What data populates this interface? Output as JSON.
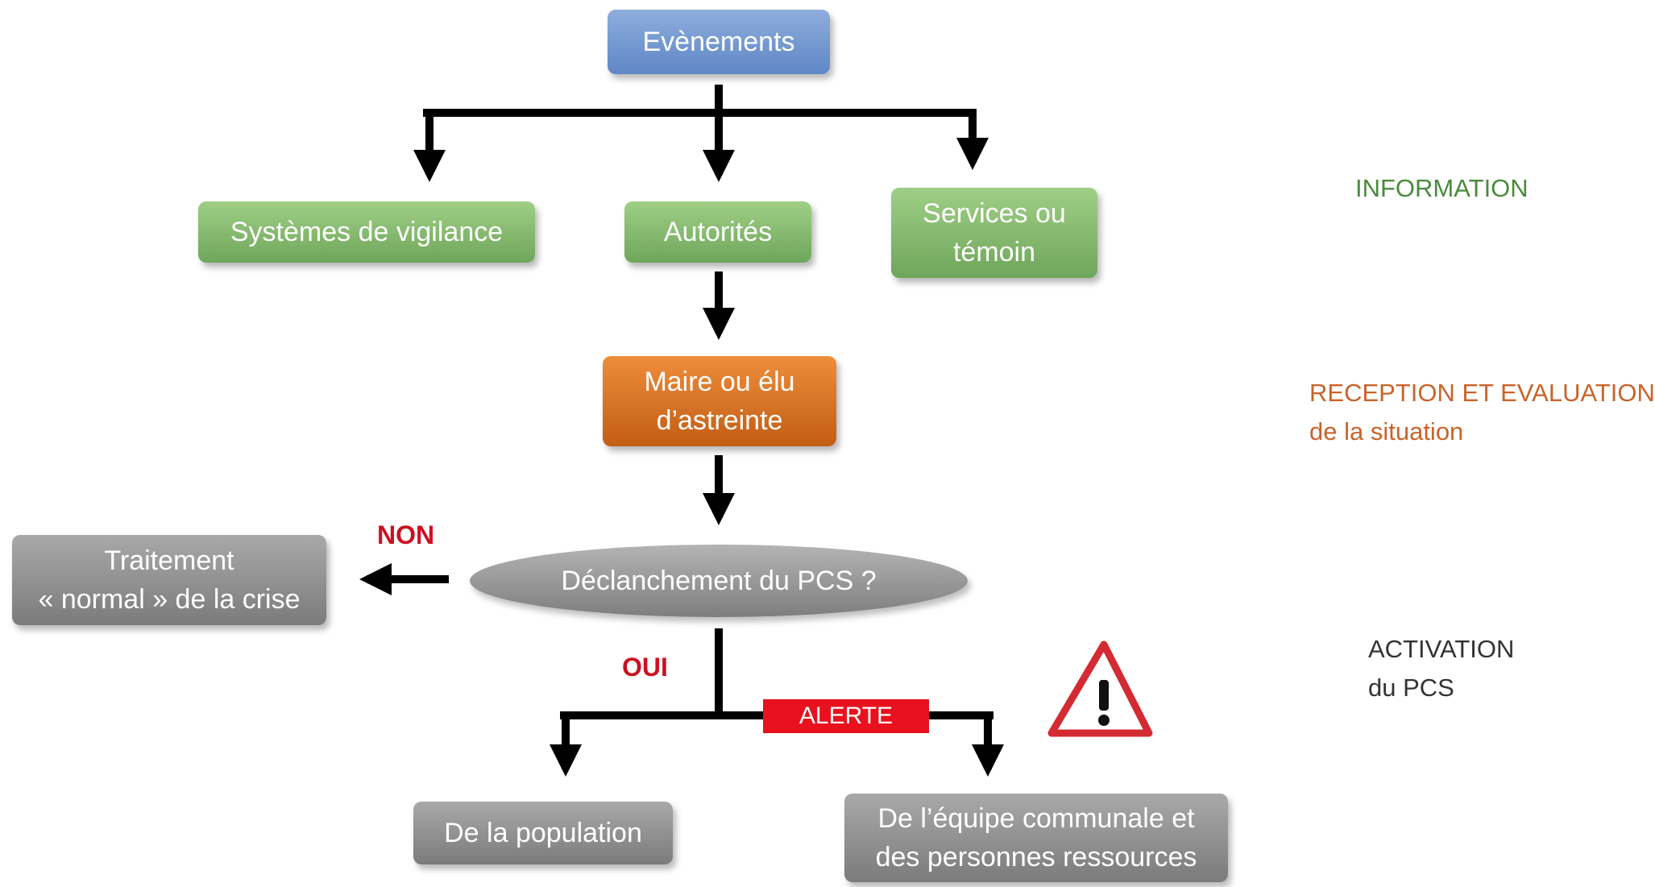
{
  "nodes": {
    "evenements": "Evènements",
    "vigilance": "Systèmes de vigilance",
    "autorites": "Autorités",
    "services": [
      "Services ou",
      "témoin"
    ],
    "maire": [
      "Maire ou élu",
      "d’astreinte"
    ],
    "declanchement": "Déclanchement du PCS ?",
    "traitement": [
      "Traitement",
      "« normal » de la crise"
    ],
    "population": "De la population",
    "equipe": [
      "De l’équipe communale et",
      "des personnes ressources"
    ]
  },
  "labels": {
    "non": "NON",
    "oui": "OUI",
    "alerte": "ALERTE"
  },
  "phases": {
    "information": "INFORMATION",
    "reception": [
      "RECEPTION ET EVALUATION",
      "de la situation"
    ],
    "activation": [
      "ACTIVATION",
      "du PCS"
    ]
  },
  "colors": {
    "blue": "#6f93cf",
    "green": "#80b568",
    "orange": "#d7731f",
    "grey": "#8e8e8e",
    "red": "#cc1020",
    "phase_information": "#4a8a3c",
    "phase_reception": "#c8642a",
    "phase_activation": "#333333"
  },
  "icons": {
    "warning": "warning-triangle-icon"
  }
}
